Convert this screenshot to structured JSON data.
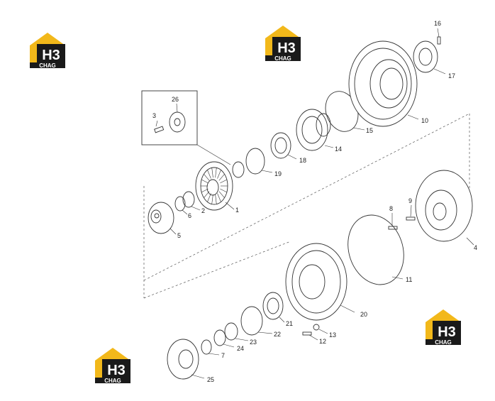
{
  "watermark": {
    "text_top": "H3",
    "text_bottom": "CHAG",
    "colors": {
      "gold": "#f2b81a",
      "dark": "#1a1a1a",
      "white": "#ffffff"
    }
  },
  "callouts": [
    {
      "id": "1",
      "label": "1"
    },
    {
      "id": "2",
      "label": "2"
    },
    {
      "id": "3",
      "label": "3"
    },
    {
      "id": "4",
      "label": "4"
    },
    {
      "id": "5",
      "label": "5"
    },
    {
      "id": "6",
      "label": "6"
    },
    {
      "id": "7",
      "label": "7"
    },
    {
      "id": "8",
      "label": "8"
    },
    {
      "id": "9",
      "label": "9"
    },
    {
      "id": "10",
      "label": "10"
    },
    {
      "id": "11",
      "label": "11"
    },
    {
      "id": "12",
      "label": "12"
    },
    {
      "id": "13",
      "label": "13"
    },
    {
      "id": "14",
      "label": "14"
    },
    {
      "id": "15",
      "label": "15"
    },
    {
      "id": "16",
      "label": "16"
    },
    {
      "id": "17",
      "label": "17"
    },
    {
      "id": "18",
      "label": "18"
    },
    {
      "id": "19",
      "label": "19"
    },
    {
      "id": "20",
      "label": "20"
    },
    {
      "id": "21",
      "label": "21"
    },
    {
      "id": "22",
      "label": "22"
    },
    {
      "id": "23",
      "label": "23"
    },
    {
      "id": "24",
      "label": "24"
    },
    {
      "id": "25",
      "label": "25"
    },
    {
      "id": "26",
      "label": "26"
    }
  ]
}
